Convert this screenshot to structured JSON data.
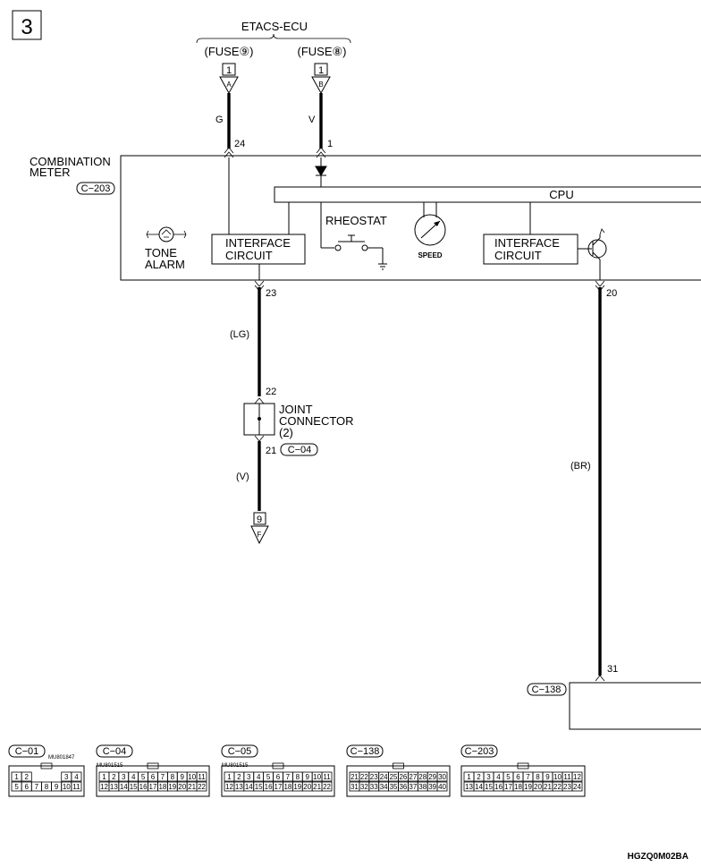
{
  "page": {
    "number": "3",
    "drawing_code": "HGZQ0M02BA"
  },
  "ecu": {
    "name": "ETACS-ECU",
    "fuse_left": "(FUSE⑨)",
    "fuse_right": "(FUSE⑧)",
    "terminal_left_num": "1",
    "terminal_left_letter": "A",
    "terminal_right_num": "1",
    "terminal_right_letter": "B"
  },
  "wires": {
    "g_color": "G",
    "v_color": "V",
    "lg_color": "(LG)",
    "v2_color": "(V)",
    "br_color": "(BR)"
  },
  "pins": {
    "p24": "24",
    "p1": "1",
    "p23": "23",
    "p22": "22",
    "p21": "21",
    "p20": "20",
    "p31": "31"
  },
  "meter": {
    "title_line1": "COMBINATION",
    "title_line2": "METER",
    "connector": "C−203",
    "cpu": "CPU",
    "rheostat": "RHEOSTAT",
    "speed": "SPEED",
    "tone_line1": "TONE",
    "tone_line2": "ALARM",
    "interface_left_line1": "INTERFACE",
    "interface_left_line2": "CIRCUIT",
    "interface_right_line1": "INTERFACE",
    "interface_right_line2": "CIRCUIT"
  },
  "joint": {
    "line1": "JOINT",
    "line2": "CONNECTOR",
    "line3": "(2)",
    "connector": "C−04"
  },
  "ground": {
    "num": "9",
    "letter": "F"
  },
  "c138": {
    "label": "C−138"
  },
  "connectors": [
    {
      "label": "C−01",
      "part": "MU801847",
      "rows": [
        [
          "1",
          "2",
          "",
          "",
          "",
          "3",
          "4"
        ],
        [
          "5",
          "6",
          "7",
          "8",
          "9",
          "10",
          "11"
        ]
      ]
    },
    {
      "label": "C−04",
      "part": "MU801515",
      "rows": [
        [
          "1",
          "2",
          "3",
          "4",
          "5",
          "6",
          "7",
          "8",
          "9",
          "10",
          "11"
        ],
        [
          "12",
          "13",
          "14",
          "15",
          "16",
          "17",
          "18",
          "19",
          "20",
          "21",
          "22"
        ]
      ]
    },
    {
      "label": "C−05",
      "part": "MU801515",
      "rows": [
        [
          "1",
          "2",
          "3",
          "4",
          "5",
          "6",
          "7",
          "8",
          "9",
          "10",
          "11"
        ],
        [
          "12",
          "13",
          "14",
          "15",
          "16",
          "17",
          "18",
          "19",
          "20",
          "21",
          "22"
        ]
      ]
    },
    {
      "label": "C−138",
      "part": "",
      "rows": [
        [
          "21",
          "22",
          "23",
          "24",
          "25",
          "26",
          "27",
          "28",
          "29",
          "30"
        ],
        [
          "31",
          "32",
          "33",
          "34",
          "35",
          "36",
          "37",
          "38",
          "39",
          "40"
        ]
      ]
    },
    {
      "label": "C−203",
      "part": "",
      "rows": [
        [
          "1",
          "2",
          "3",
          "4",
          "5",
          "6",
          "7",
          "8",
          "9",
          "10",
          "11",
          "12"
        ],
        [
          "13",
          "14",
          "15",
          "16",
          "17",
          "18",
          "19",
          "20",
          "21",
          "22",
          "23",
          "24"
        ]
      ]
    }
  ]
}
